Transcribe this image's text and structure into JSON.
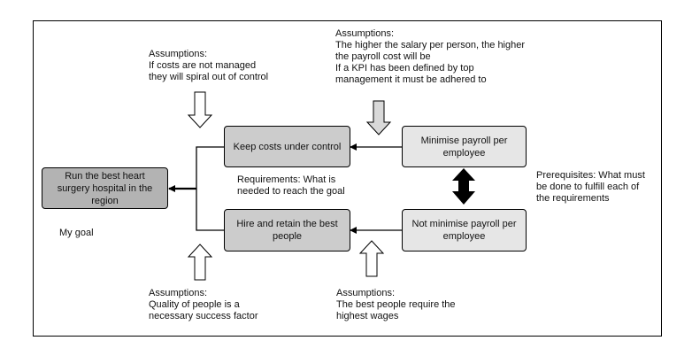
{
  "nodes": {
    "goal": "Run the best heart surgery hospital in the region",
    "keep_costs": "Keep costs under control",
    "hire_retain": "Hire and retain the best people",
    "minimise_payroll": "Minimise payroll per employee",
    "not_minimise_payroll": "Not minimise payroll per employee"
  },
  "labels": {
    "my_goal": "My goal",
    "requirements": "Requirements: What is\nneeded to reach the goal",
    "prerequisites": "Prerequisites: What must\nbe done to fulfill each of\nthe requirements"
  },
  "assumptions": {
    "costs": "Assumptions:\nIf costs are not managed\nthey will spiral out of control",
    "payroll": "Assumptions:\nThe higher the salary per person, the higher\nthe payroll cost will be\nIf a KPI has been defined by top\nmanagement it must be adhered to",
    "quality": "Assumptions:\nQuality of people is a\nnecessary success factor",
    "wages": "Assumptions:\nThe best people require the\nhighest wages"
  },
  "colors": {
    "goal_fill": "#b3b3b3",
    "requirement_fill": "#cccccc",
    "prerequisite_fill": "#e6e6e6",
    "shaded_arrow_fill": "#d9d9d9"
  }
}
